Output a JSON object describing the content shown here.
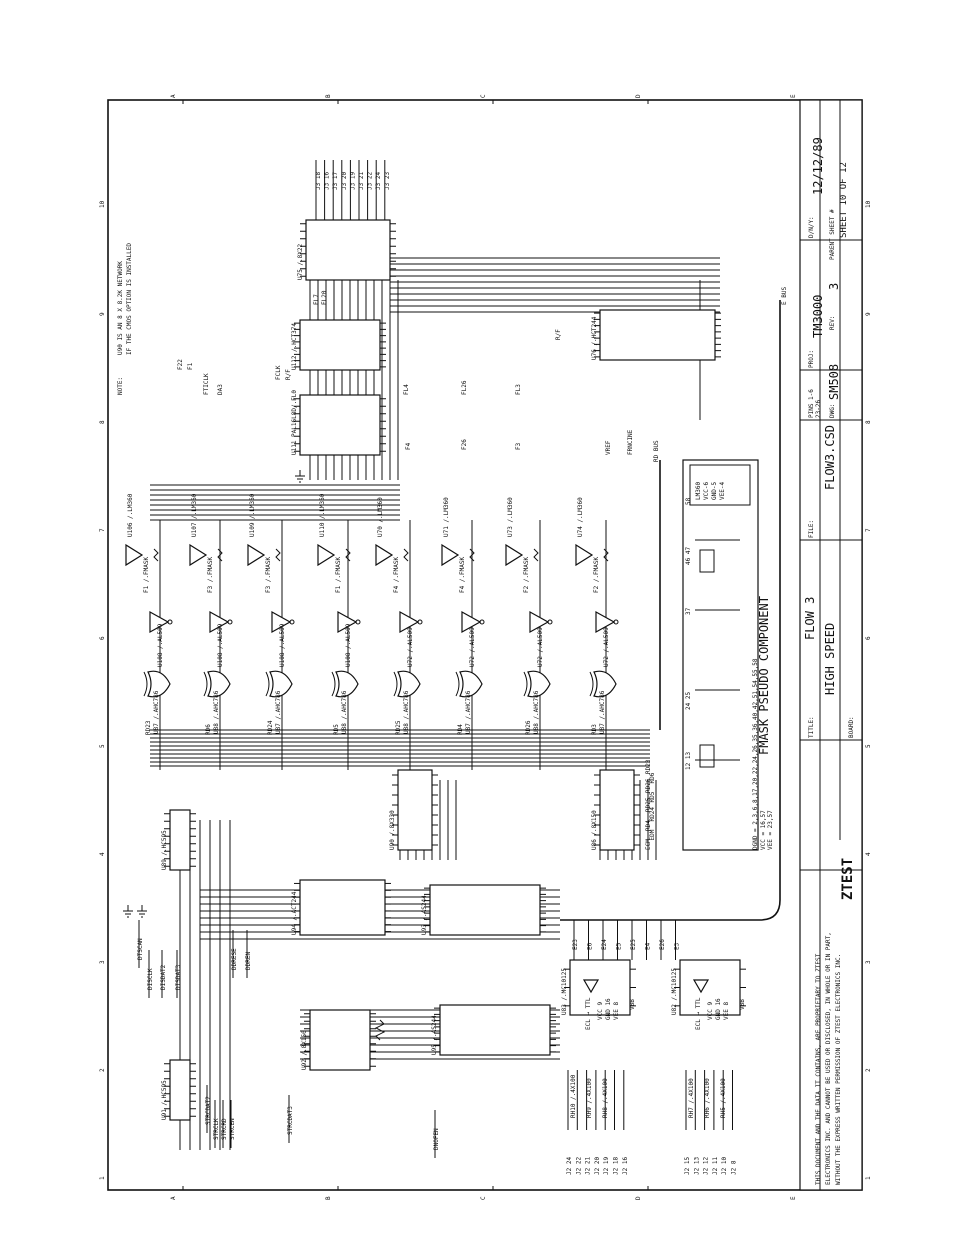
{
  "title_block": {
    "company_logo": "ZTEST",
    "title_label": "TITLE:",
    "title": "HIGH SPEED",
    "subtitle": "FLOW 3",
    "board_label": "BOARD:",
    "proj_label": "PROJ:",
    "project": "TM3000",
    "date_label": "D/N/Y:",
    "date": "12/12/89",
    "file_label": "FILE:",
    "file": "FLOW3.CSD",
    "pins_label": "PINS 1-6",
    "pins_value": "23-26",
    "dwg_label": "DWG:",
    "dwg": "SM508",
    "rev_label": "REV:",
    "rev": "3",
    "parent_label": "PARENT SHEET #",
    "sheet_text": "SHEET 10 OF 12"
  },
  "legal_notice": [
    "THIS DOCUMENT AND THE DATA IT CONTAINS, ARE PROPRIETARY TO ZTEST",
    "ELECTRONICS INC. AND CANNOT BE USED OR DISCLOSED, IN WHOLE OR IN PART,",
    "WITHOUT THE EXPRESS WRITTEN PERMISSION OF ZTEST ELECTRONICS INC."
  ],
  "note": {
    "label": "NOTE:",
    "lines": [
      "U90 IS AN 8 X 8.2K NETWORK",
      "IF THE CMOS OPTION IS INSTALLED"
    ]
  },
  "component_title": "FMASK PSEUDO COMPONENT",
  "component_pins": {
    "groups": [
      "12 13",
      "24 25",
      "37",
      "46 47",
      "58"
    ],
    "dgnd": "DGND = 2,3,6,8,17,20,22,24,26,35,36,40,42,51,54,55,58",
    "vcc": "VCC = 16,57",
    "vee": "VEE = 23,57",
    "power_box": [
      "LM360",
      "VCC-6",
      "GND-5",
      "VEE-4"
    ]
  },
  "chips": [
    {
      "ref": "U89 /.HC595",
      "role": "shift-register"
    },
    {
      "ref": "U91 /.HC595",
      "role": "shift-register"
    },
    {
      "ref": "U92 /.8X150",
      "role": "resistor-network"
    },
    {
      "ref": "U90 /.8X330",
      "role": "resistor-network"
    },
    {
      "ref": "U86 /.8X150",
      "role": "resistor-network"
    },
    {
      "ref": "U94 /.ACT244",
      "role": "buffer"
    },
    {
      "ref": "U93 /.AS244",
      "role": "buffer"
    },
    {
      "ref": "U95 /.AS244",
      "role": "buffer"
    },
    {
      "ref": "U83 /.MC10125",
      "role": "ecl-ttl"
    },
    {
      "ref": "U82 /.MC10125",
      "role": "ecl-ttl"
    },
    {
      "ref": "U111 PAL16L8D/.FL0",
      "role": "pal"
    },
    {
      "ref": "U112 /.HCT374",
      "role": "latch"
    },
    {
      "ref": "U75 /.8X22",
      "role": "resistor-network"
    },
    {
      "ref": "U76 /.HCT244",
      "role": "buffer"
    }
  ],
  "xor_gates": [
    "U87 /.AHC786",
    "U88 /.AHC786",
    "U87 /.AHC786",
    "U88 /.AHC786",
    "U88 /.AHC786",
    "U87 /.AHC786",
    "U88 /.AHC786",
    "U87 /.AHC786"
  ],
  "inv_gates": [
    "U108 /.AL509",
    "U108 /.AL509",
    "U108 /.AL509",
    "U108 /.AL509",
    "U72 /.AL509",
    "U72 /.AL509",
    "U72 /.AL509",
    "U72 /.AL509"
  ],
  "comparators": [
    "U106 /.LM360",
    "U107 /.LM360",
    "U109 /.LM360",
    "U110 /.LM360",
    "U70 /.LM360",
    "U71 /.LM360",
    "U73 /.LM360",
    "U74 /.LM360"
  ],
  "comparator_fmask": [
    "F1 /.FMASK",
    "F3 /.FMASK",
    "F3 /.FMASK",
    "F1 /.FMASK",
    "F4 /.FMASK",
    "F4 /.FMASK",
    "F2 /.FMASK",
    "F2 /.FMASK"
  ],
  "signals_left": [
    "DTSCAN",
    "DISCLK",
    "DISDAT2",
    "DISDAT3",
    "DDRESE",
    "DDREN",
    "STRCDAT2",
    "STRCLK",
    "STRCRD",
    "STRCEN",
    "STRCDAT3",
    "DNOFEN"
  ],
  "signals_top": [
    "F22",
    "F1",
    "FTICLK",
    "DA3",
    "FCLK",
    "R/F",
    "FL7",
    "FL20",
    "FL4",
    "FL26",
    "FL3",
    "F4",
    "F26",
    "F3",
    "VREF",
    "FRNCINE",
    "R/F",
    "E BUS",
    "RD BUS"
  ],
  "rd_labels": [
    "RD23",
    "RD6",
    "RD24",
    "RD5",
    "RD25",
    "RD4",
    "RD26",
    "RD3"
  ],
  "bus_labels_mid": [
    "ECM",
    "EDM",
    "RD4",
    "RD24",
    "RD25",
    "RD5",
    "RD26",
    "RD6",
    "RD23"
  ],
  "j3_labels": [
    "J3 18",
    "J3 16",
    "J3 17",
    "J3 20",
    "J3 19",
    "J3 21",
    "J3 22",
    "J3 24",
    "J3 23"
  ],
  "j2_labels": [
    "J2 24",
    "J2 22",
    "J2 21",
    "J2 20",
    "J2 19",
    "J2 18",
    "J2 16",
    "J2 15",
    "J2 13",
    "J2 12",
    "J2 11",
    "J2 10",
    "J2 8"
  ],
  "rh_labels": [
    "RH10 /.4X100",
    "RH9 /.4X100",
    "RH8 /.4X100",
    "RH7 /.4X100",
    "RH6 /.4X100",
    "RH5 /.4X100"
  ],
  "ecl_labels": {
    "ecl_ttl": "ECL → TTL",
    "vcc": "VCC 9",
    "gnd": "GND 16",
    "vee": "VEE 8",
    "vbb": "VBB"
  },
  "e_bus_right": [
    "E23",
    "E6",
    "E24",
    "E5",
    "E25",
    "E4",
    "E26",
    "E3"
  ],
  "zone_numbers": [
    "1",
    "2",
    "3",
    "4",
    "5",
    "6",
    "7",
    "8",
    "9",
    "10"
  ],
  "zone_letters": [
    "A",
    "B",
    "C",
    "D",
    "E"
  ]
}
